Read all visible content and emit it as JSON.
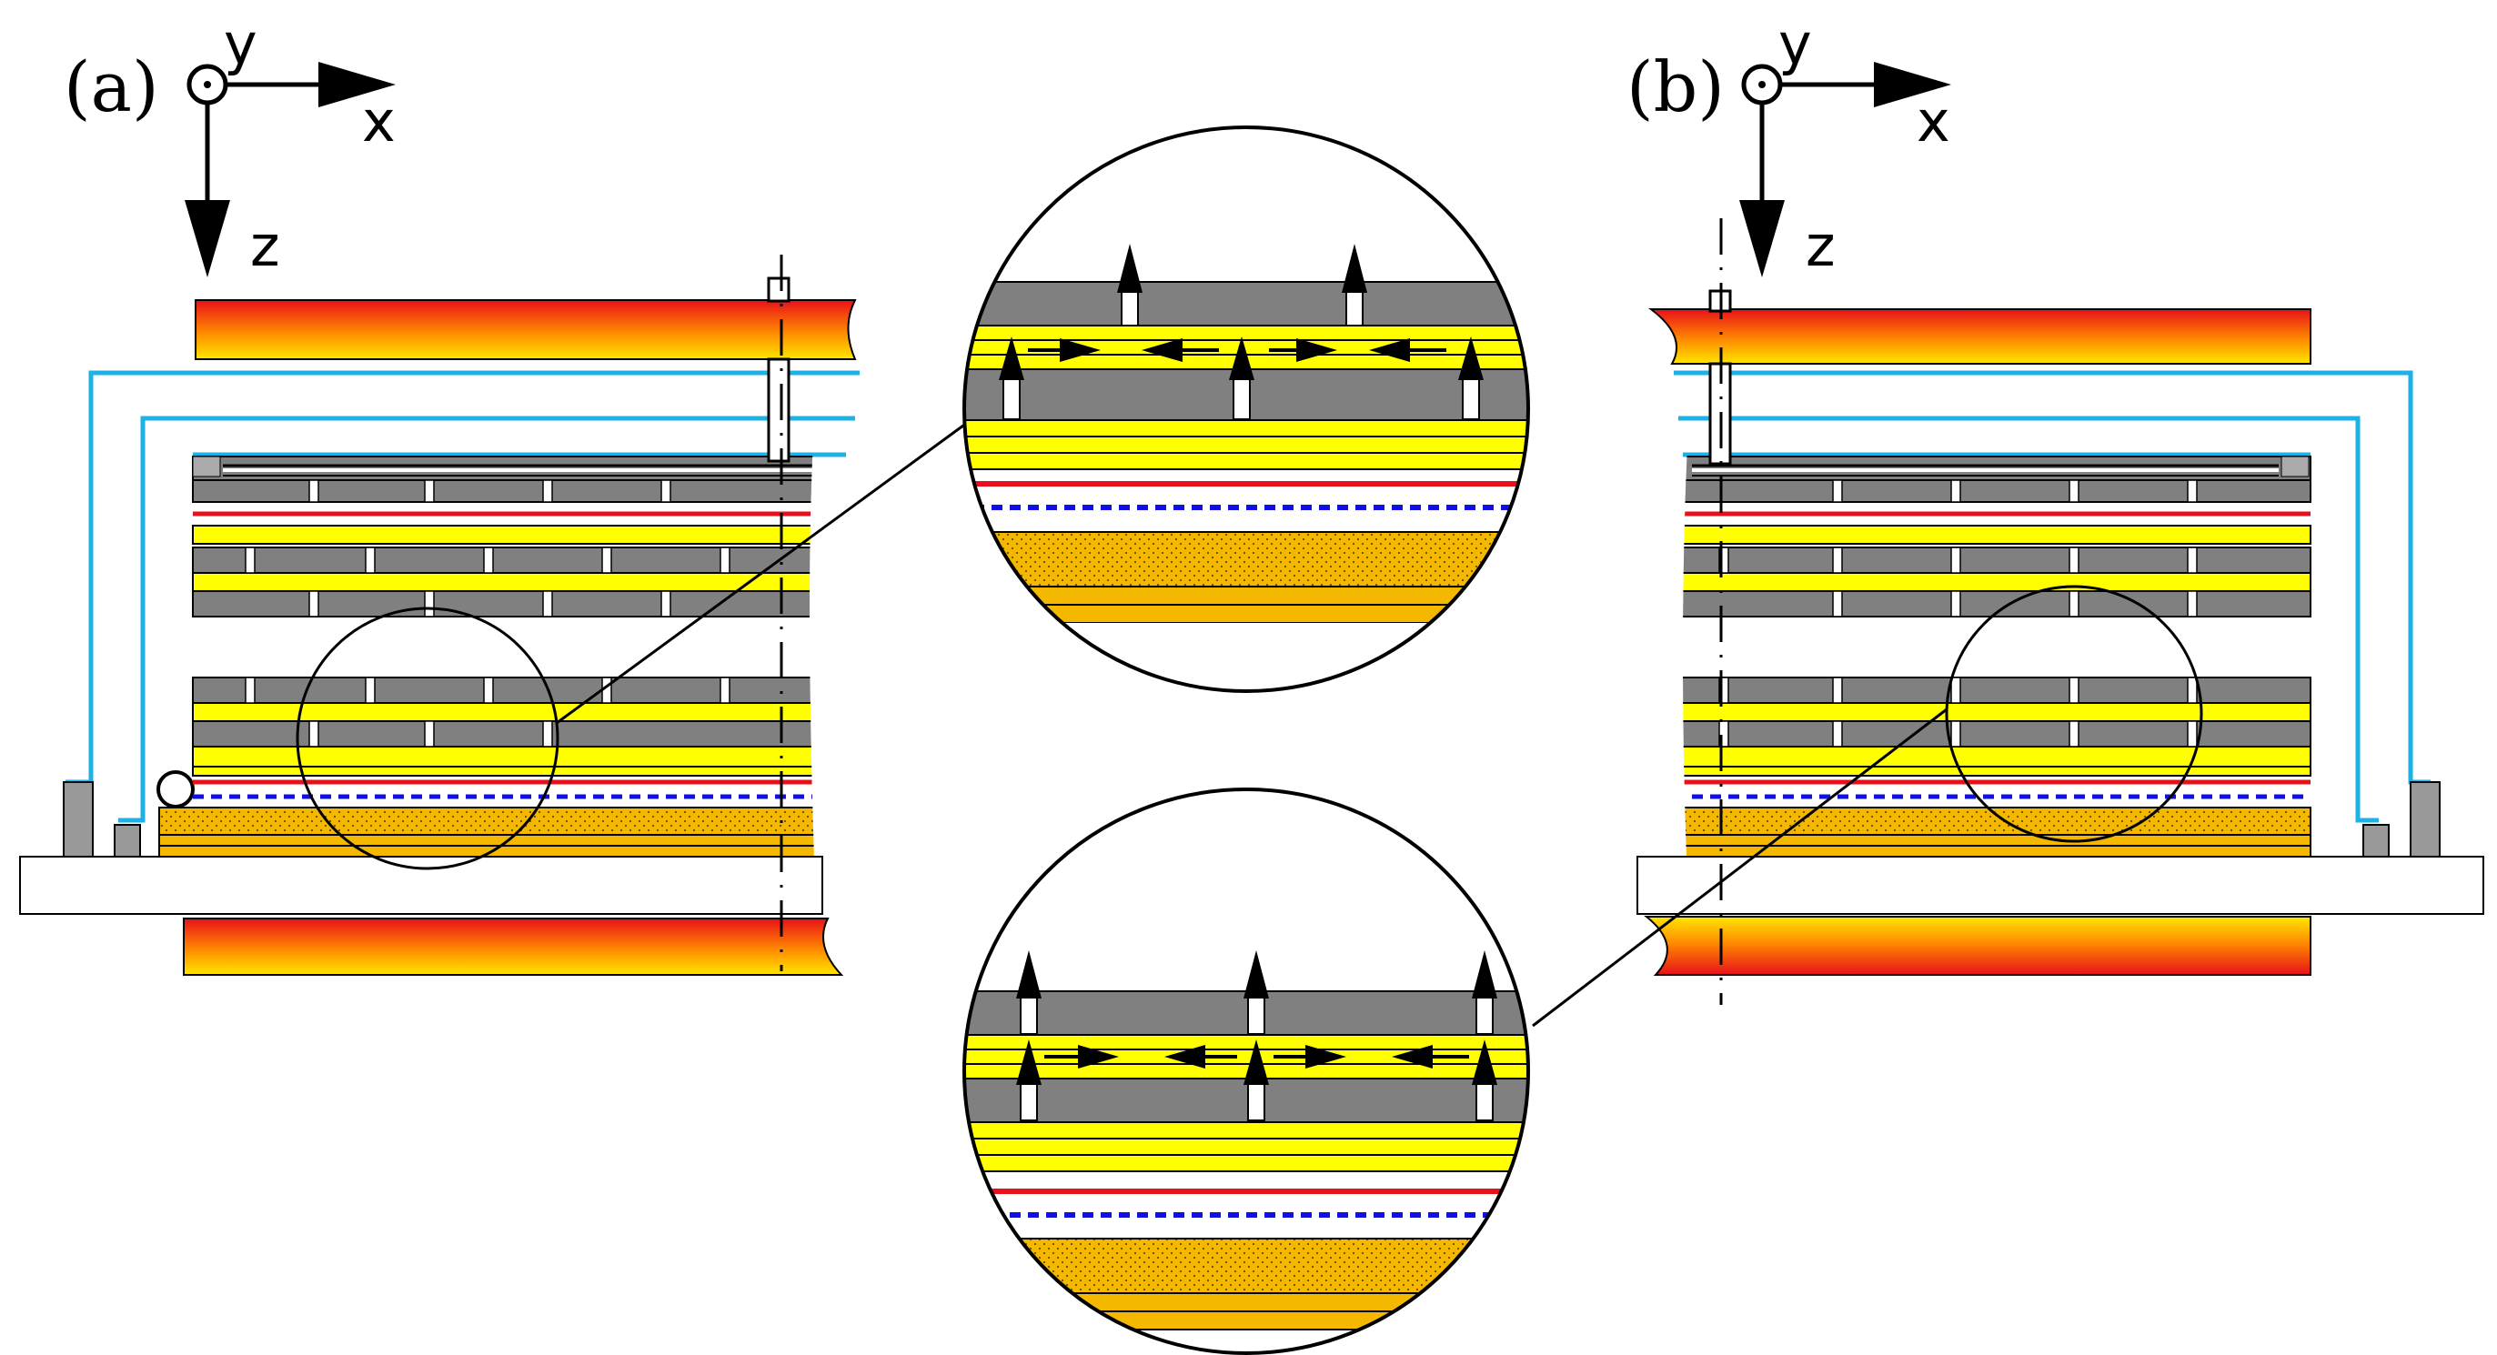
{
  "panels": [
    {
      "id": "a",
      "label": "(a)"
    },
    {
      "id": "b",
      "label": "(b)"
    }
  ],
  "axes": {
    "y": "y",
    "x": "x",
    "z": "z"
  },
  "colors": {
    "heater_hot": "#e8101a",
    "heater_mid": "#ff9a00",
    "heater_cool": "#ffe600",
    "wire": "#1cb2e6",
    "layer_gray": "#808080",
    "layer_yellow": "#ffff00",
    "layer_orange": "#f5b800",
    "line_red": "#e8101a",
    "line_blue": "#1010e0",
    "plate": "#ffffff",
    "outline": "#000000"
  },
  "icons": [
    "axis-origin-icon",
    "arrow-up-icon",
    "arrow-right-icon",
    "arrow-left-icon"
  ]
}
